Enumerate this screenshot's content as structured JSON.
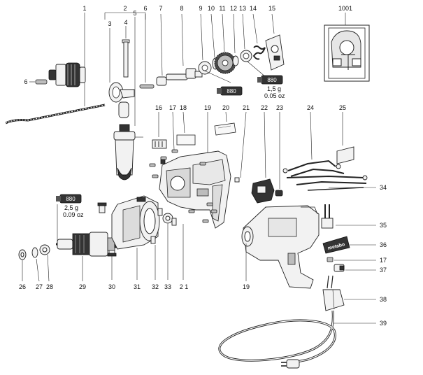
{
  "callouts": [
    {
      "id": "c1",
      "text": "1"
    },
    {
      "id": "c2",
      "text": "2"
    },
    {
      "id": "c3",
      "text": "3"
    },
    {
      "id": "c4",
      "text": "4"
    },
    {
      "id": "c5",
      "text": "5"
    },
    {
      "id": "c6a",
      "text": "6"
    },
    {
      "id": "c6b",
      "text": "6"
    },
    {
      "id": "c7",
      "text": "7"
    },
    {
      "id": "c8",
      "text": "8"
    },
    {
      "id": "c9",
      "text": "9"
    },
    {
      "id": "c10",
      "text": "10"
    },
    {
      "id": "c11",
      "text": "11"
    },
    {
      "id": "c12",
      "text": "12"
    },
    {
      "id": "c13",
      "text": "13"
    },
    {
      "id": "c14",
      "text": "14"
    },
    {
      "id": "c15",
      "text": "15"
    },
    {
      "id": "c1001",
      "text": "1001"
    },
    {
      "id": "c16",
      "text": "16"
    },
    {
      "id": "c17a",
      "text": "17"
    },
    {
      "id": "c18",
      "text": "18"
    },
    {
      "id": "c19a",
      "text": "19"
    },
    {
      "id": "c20",
      "text": "20"
    },
    {
      "id": "c21a",
      "text": "21"
    },
    {
      "id": "c22",
      "text": "22"
    },
    {
      "id": "c23",
      "text": "23"
    },
    {
      "id": "c24",
      "text": "24"
    },
    {
      "id": "c25",
      "text": "25"
    },
    {
      "id": "c34",
      "text": "34"
    },
    {
      "id": "c35",
      "text": "35"
    },
    {
      "id": "c36",
      "text": "36"
    },
    {
      "id": "c17b",
      "text": "17"
    },
    {
      "id": "c37",
      "text": "37"
    },
    {
      "id": "c38",
      "text": "38"
    },
    {
      "id": "c39",
      "text": "39"
    },
    {
      "id": "c19b",
      "text": "19"
    },
    {
      "id": "c26",
      "text": "26"
    },
    {
      "id": "c27",
      "text": "27"
    },
    {
      "id": "c28",
      "text": "28"
    },
    {
      "id": "c29",
      "text": "29"
    },
    {
      "id": "c30",
      "text": "30"
    },
    {
      "id": "c31",
      "text": "31"
    },
    {
      "id": "c32",
      "text": "32"
    },
    {
      "id": "c33",
      "text": "33"
    },
    {
      "id": "c21b",
      "text": "2 1"
    }
  ],
  "grease_top": {
    "tube_code": "880",
    "tube_code_2": "880",
    "amount": "1,5 g",
    "amount_oz": "0.05 oz"
  },
  "grease_left": {
    "tube_code": "880",
    "amount": "2,5 g",
    "amount_oz": "0.09 oz"
  },
  "brand_label": "metabo"
}
